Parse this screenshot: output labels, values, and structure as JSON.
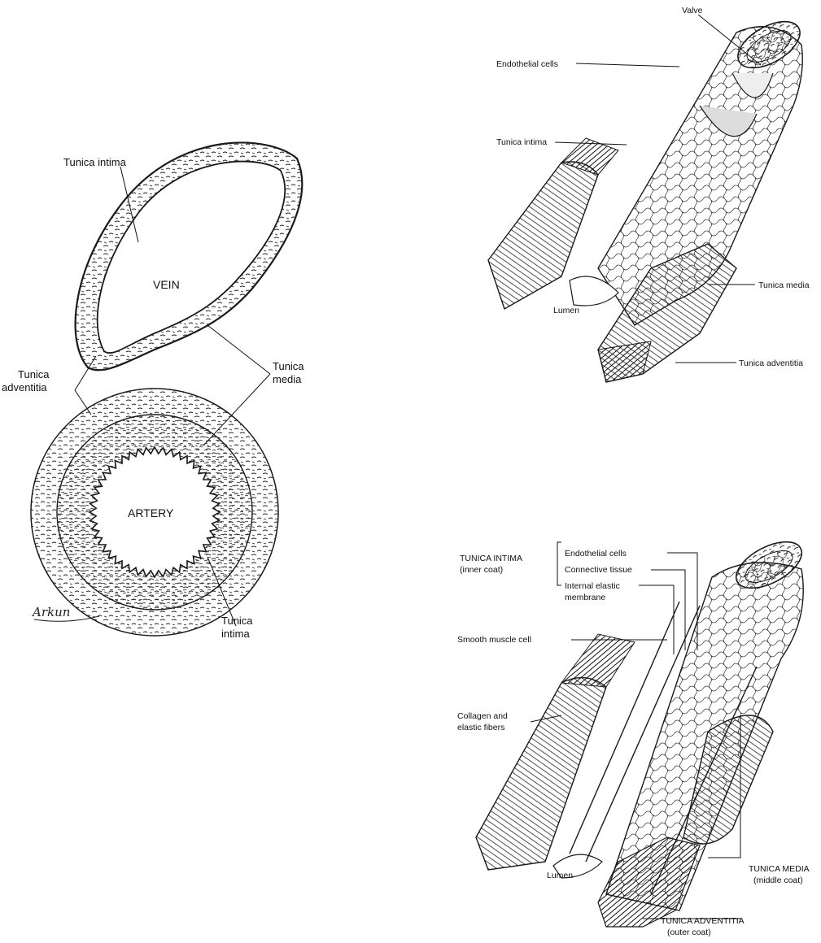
{
  "cross_section": {
    "vein_label": "VEIN",
    "artery_label": "ARTERY",
    "vein_intima_label": [
      "Tunica intima"
    ],
    "adventitia_label": [
      "Tunica",
      "adventitia"
    ],
    "media_label": [
      "Tunica",
      "media"
    ],
    "artery_intima_label": [
      "Tunica",
      "intima"
    ],
    "signature": "Arkun"
  },
  "vein_vessel": {
    "valve": "Valve",
    "endothelial": "Endothelial cells",
    "intima": "Tunica intima",
    "lumen": "Lumen",
    "media": "Tunica media",
    "adventitia": "Tunica adventitia"
  },
  "artery_vessel": {
    "intima_title": [
      "TUNICA INTIMA",
      "(inner coat)"
    ],
    "endothelial": "Endothelial cells",
    "connective": "Connective tissue",
    "elastic": [
      "Internal elastic",
      "membrane"
    ],
    "smooth_muscle": "Smooth muscle cell",
    "collagen": [
      "Collagen and",
      "elastic fibers"
    ],
    "lumen": "Lumen",
    "media_title": [
      "TUNICA MEDIA",
      "(middle coat)"
    ],
    "adventitia_title": [
      "TUNICA ADVENTITIA",
      "(outer coat)"
    ]
  }
}
